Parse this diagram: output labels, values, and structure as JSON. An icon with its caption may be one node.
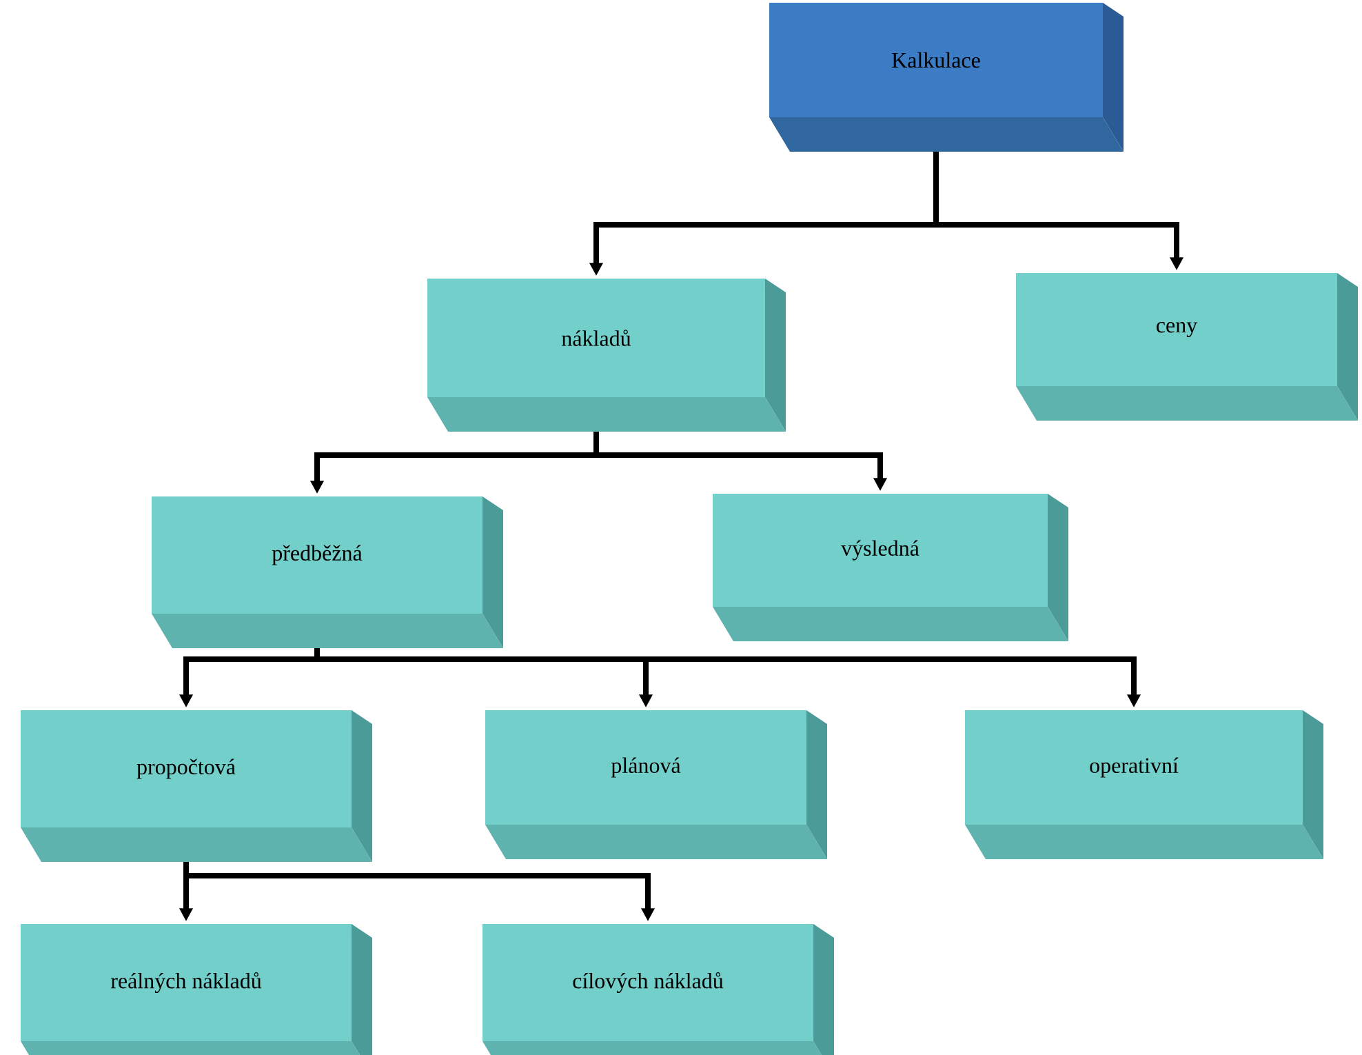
{
  "diagram": {
    "nodes": [
      {
        "text": [
          "Kalkulace"
        ]
      },
      {
        "text": [
          "nákladů"
        ]
      },
      {
        "text": [
          "ceny"
        ]
      },
      {
        "text": [
          "předběžná"
        ]
      },
      {
        "text": [
          "výsledná"
        ]
      },
      {
        "text": [
          "propočtová"
        ]
      },
      {
        "text": [
          "plánová"
        ]
      },
      {
        "text": [
          "operativní"
        ]
      },
      {
        "text": [
          "reálných nákladů"
        ]
      },
      {
        "text": [
          "cílových nákladů"
        ]
      }
    ],
    "edges": [
      {
        "from": 0,
        "to": 1,
        "arrow": "to"
      },
      {
        "from": 0,
        "to": 2,
        "arrow": "to"
      },
      {
        "from": 1,
        "to": 3,
        "arrow": "to"
      },
      {
        "from": 1,
        "to": 4,
        "arrow": "to"
      },
      {
        "from": 3,
        "to": 5,
        "arrow": "to"
      },
      {
        "from": 3,
        "to": 6,
        "arrow": "to"
      },
      {
        "from": 3,
        "to": 7,
        "arrow": "to"
      },
      {
        "from": 5,
        "to": 8,
        "arrow": "to"
      },
      {
        "from": 5,
        "to": 9,
        "arrow": "to"
      }
    ]
  }
}
